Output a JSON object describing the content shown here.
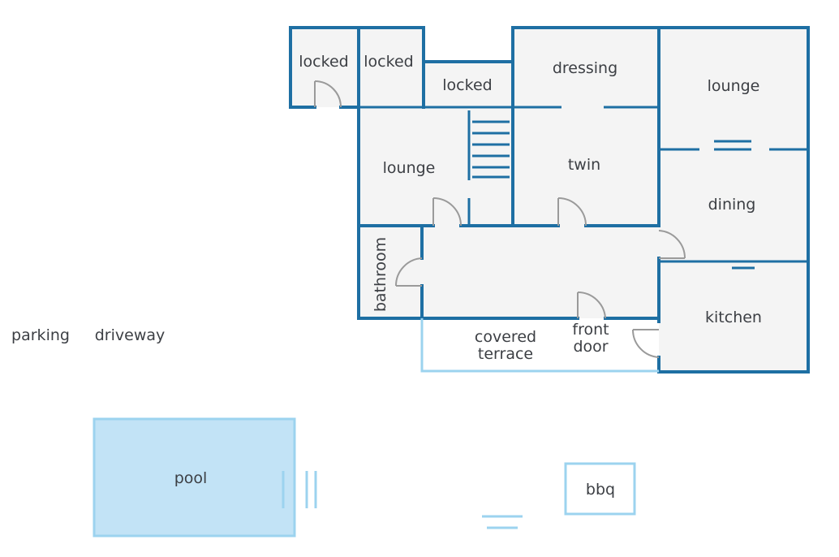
{
  "colors": {
    "wall": "#1e6fa3",
    "floor": "#f4f4f4",
    "outdoor_line": "#9cd3ef",
    "pool_fill": "#c2e3f6",
    "pool_border": "#9cd3ef",
    "door": "#9a9a9a",
    "text": "#3c3f44"
  },
  "labels": {
    "locked_1": "locked",
    "locked_2": "locked",
    "locked_3": "locked",
    "dressing": "dressing",
    "lounge_right": "lounge",
    "lounge_left": "lounge",
    "twin": "twin",
    "dining": "dining",
    "bathroom": "bathroom",
    "kitchen": "kitchen",
    "covered_terrace_1": "covered",
    "covered_terrace_2": "terrace",
    "front_door_1": "front",
    "front_door_2": "door",
    "parking": "parking",
    "driveway": "driveway",
    "pool": "pool",
    "bbq": "bbq"
  }
}
